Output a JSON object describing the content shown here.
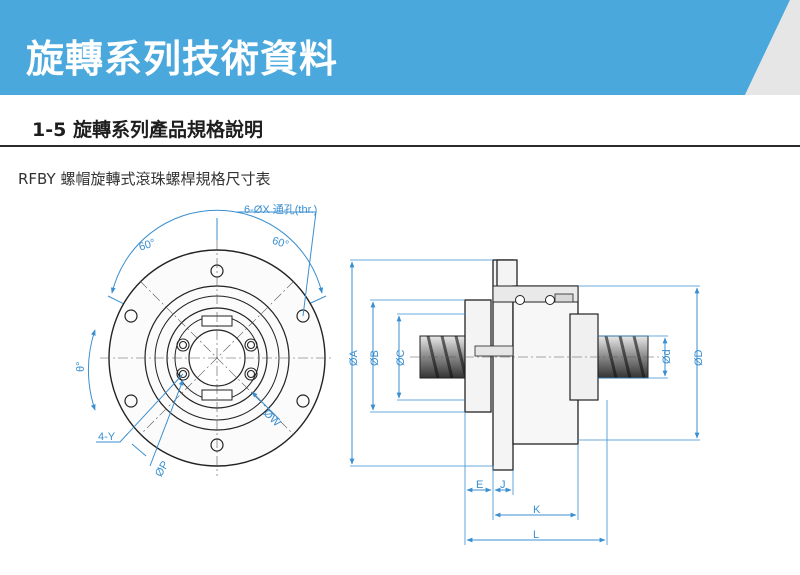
{
  "header": {
    "title": "旋轉系列技術資料",
    "accent_color": "#4aa8dc",
    "corner_color": "#e6e6e6"
  },
  "section": {
    "title": "1-5 旋轉系列產品規格說明"
  },
  "subtitle": "RFBY 螺帽旋轉式滾珠螺桿規格尺寸表",
  "drawing": {
    "dimension_color": "#3a8fd0",
    "front_view_labels": {
      "holes": "6-ØX 通孔(thr.)",
      "angle_left": "60°",
      "angle_right": "60°",
      "theta": "θ°",
      "y_holes": "4-Y",
      "pcd_p": "ØP",
      "pcd_w": "ØW"
    },
    "side_view_labels": {
      "dia_a": "ØA",
      "dia_b": "ØB",
      "dia_c": "ØC",
      "dia_d_small": "Ød",
      "dia_d_large": "ØD",
      "e": "E",
      "j": "J",
      "k": "K",
      "l": "L"
    }
  }
}
